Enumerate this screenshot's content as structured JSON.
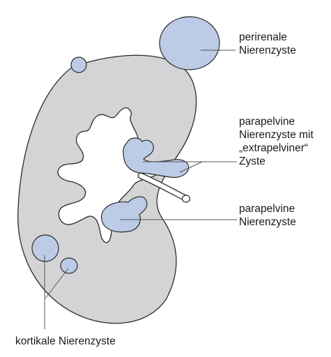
{
  "colors": {
    "kidney_fill": "#d4d4d6",
    "cyst_fill": "#bccbe6",
    "outline": "#2b2b2b",
    "leader_line": "#555555"
  },
  "labels": {
    "perirenal": [
      "perirenale",
      "Nierenzyste"
    ],
    "parapelvine_extrapelvine": [
      "parapelvine",
      "Nierenzyste mit",
      "„extrapelviner“",
      "Zyste"
    ],
    "parapelvine": [
      "parapelvine",
      "Nierenzyste"
    ],
    "kortikal": [
      "kortikale Nierenzyste"
    ]
  }
}
